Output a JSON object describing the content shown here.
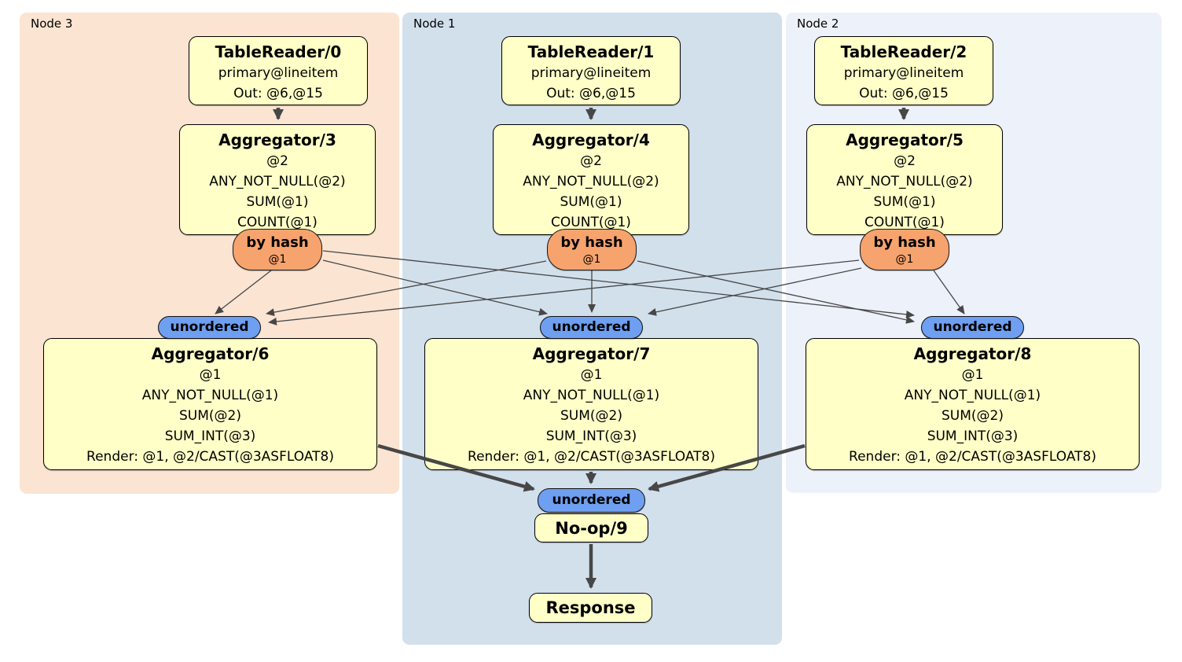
{
  "nodes": [
    {
      "label": "Node 3"
    },
    {
      "label": "Node 1"
    },
    {
      "label": "Node 2"
    }
  ],
  "boxes": {
    "tr0": {
      "title": "TableReader/0",
      "lines": [
        "primary@lineitem",
        "Out: @6,@15"
      ]
    },
    "tr1": {
      "title": "TableReader/1",
      "lines": [
        "primary@lineitem",
        "Out: @6,@15"
      ]
    },
    "tr2": {
      "title": "TableReader/2",
      "lines": [
        "primary@lineitem",
        "Out: @6,@15"
      ]
    },
    "agg3": {
      "title": "Aggregator/3",
      "lines": [
        "@2",
        "ANY_NOT_NULL(@2)",
        "SUM(@1)",
        "COUNT(@1)"
      ]
    },
    "agg4": {
      "title": "Aggregator/4",
      "lines": [
        "@2",
        "ANY_NOT_NULL(@2)",
        "SUM(@1)",
        "COUNT(@1)"
      ]
    },
    "agg5": {
      "title": "Aggregator/5",
      "lines": [
        "@2",
        "ANY_NOT_NULL(@2)",
        "SUM(@1)",
        "COUNT(@1)"
      ]
    },
    "agg6": {
      "title": "Aggregator/6",
      "lines": [
        "@1",
        "ANY_NOT_NULL(@1)",
        "SUM(@2)",
        "SUM_INT(@3)",
        "Render: @1, @2/CAST(@3ASFLOAT8)"
      ]
    },
    "agg7": {
      "title": "Aggregator/7",
      "lines": [
        "@1",
        "ANY_NOT_NULL(@1)",
        "SUM(@2)",
        "SUM_INT(@3)",
        "Render: @1, @2/CAST(@3ASFLOAT8)"
      ]
    },
    "agg8": {
      "title": "Aggregator/8",
      "lines": [
        "@1",
        "ANY_NOT_NULL(@1)",
        "SUM(@2)",
        "SUM_INT(@3)",
        "Render: @1, @2/CAST(@3ASFLOAT8)"
      ]
    },
    "noop": {
      "title": "No-op/9"
    },
    "response": {
      "title": "Response"
    }
  },
  "router": {
    "label": "by hash",
    "sub": "@1"
  },
  "sync": {
    "label": "unordered"
  },
  "edges": [
    {
      "from": "TableReader/0",
      "to": "Aggregator/3"
    },
    {
      "from": "TableReader/1",
      "to": "Aggregator/4"
    },
    {
      "from": "TableReader/2",
      "to": "Aggregator/5"
    },
    {
      "from": "by hash @1 (Aggregator/3)",
      "to": "unordered (Aggregator/6)"
    },
    {
      "from": "by hash @1 (Aggregator/3)",
      "to": "unordered (Aggregator/7)"
    },
    {
      "from": "by hash @1 (Aggregator/3)",
      "to": "unordered (Aggregator/8)"
    },
    {
      "from": "by hash @1 (Aggregator/4)",
      "to": "unordered (Aggregator/6)"
    },
    {
      "from": "by hash @1 (Aggregator/4)",
      "to": "unordered (Aggregator/7)"
    },
    {
      "from": "by hash @1 (Aggregator/4)",
      "to": "unordered (Aggregator/8)"
    },
    {
      "from": "by hash @1 (Aggregator/5)",
      "to": "unordered (Aggregator/6)"
    },
    {
      "from": "by hash @1 (Aggregator/5)",
      "to": "unordered (Aggregator/7)"
    },
    {
      "from": "by hash @1 (Aggregator/5)",
      "to": "unordered (Aggregator/8)"
    },
    {
      "from": "Aggregator/6",
      "to": "unordered (No-op/9)"
    },
    {
      "from": "Aggregator/7",
      "to": "unordered (No-op/9)"
    },
    {
      "from": "Aggregator/8",
      "to": "unordered (No-op/9)"
    },
    {
      "from": "No-op/9",
      "to": "Response"
    }
  ],
  "colors": {
    "node3_bg": "#fce4d2",
    "node1_bg": "#d2e0ec",
    "node2_bg": "#edf1f9",
    "box_bg": "#ffffc8",
    "router_bg": "#f7a36e",
    "sync_bg": "#6e9ff0",
    "edge": "#474747"
  }
}
